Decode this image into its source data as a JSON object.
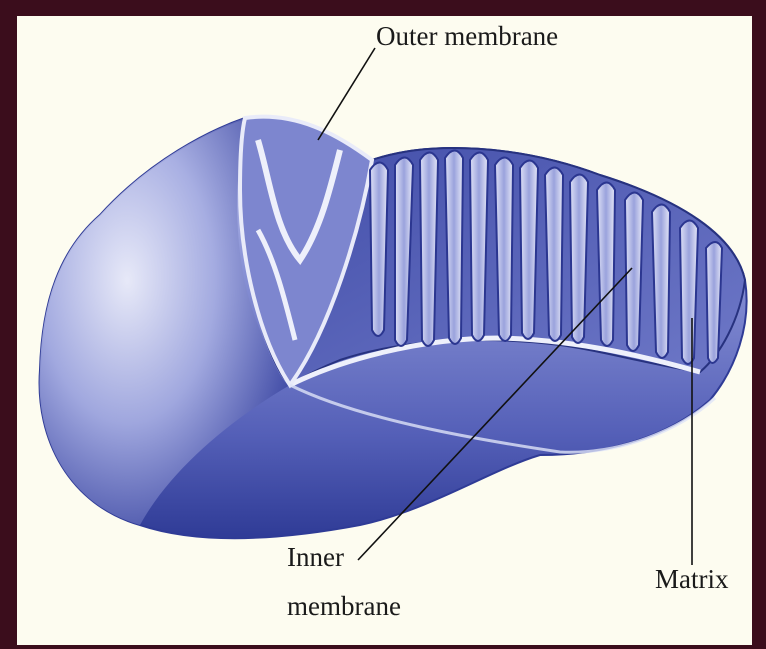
{
  "diagram": {
    "labels": {
      "outer_membrane": "Outer membrane",
      "inner_membrane_line1": "Inner",
      "inner_membrane_line2": "membrane",
      "matrix": "Matrix"
    },
    "colors": {
      "border": "#3b0d1c",
      "background": "#fdfcf0",
      "membrane": "#5a66c0",
      "membrane_dark": "#2f3b96",
      "membrane_light": "#e8ebfa"
    }
  }
}
